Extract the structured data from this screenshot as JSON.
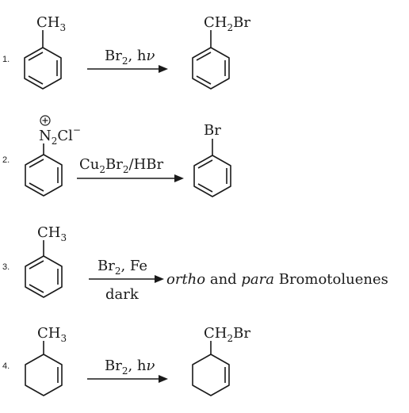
{
  "reactions": [
    {
      "number": "1.",
      "reactant": {
        "main": "CH",
        "sub": "3"
      },
      "reagent_top": {
        "a": "Br",
        "a_sub": "2",
        "b": ", h",
        "c": "ν"
      },
      "product": {
        "main": "CH",
        "sub": "2",
        "tail": "Br"
      }
    },
    {
      "number": "2.",
      "reactant": {
        "charge": "⊕",
        "main": "N",
        "sub": "2",
        "tail": "Cl",
        "sup": "−"
      },
      "reagent_top": {
        "a": "Cu",
        "a_sub": "2",
        "b": "Br",
        "b_sub": "2",
        "c": "/HBr"
      },
      "product": {
        "main": "Br"
      }
    },
    {
      "number": "3.",
      "reactant": {
        "main": "CH",
        "sub": "3"
      },
      "reagent_top": {
        "a": "Br",
        "a_sub": "2",
        "b": ", Fe"
      },
      "reagent_bottom": "dark",
      "product": {
        "italic1": "ortho",
        "mid": " and ",
        "italic2": "para",
        "tail": " Bromotoluenes"
      }
    },
    {
      "number": "4.",
      "reactant": {
        "main": "CH",
        "sub": "3"
      },
      "reagent_top": {
        "a": "Br",
        "a_sub": "2",
        "b": ", h",
        "c": "ν"
      },
      "product": {
        "main": "CH",
        "sub": "2",
        "tail": "Br"
      }
    }
  ]
}
